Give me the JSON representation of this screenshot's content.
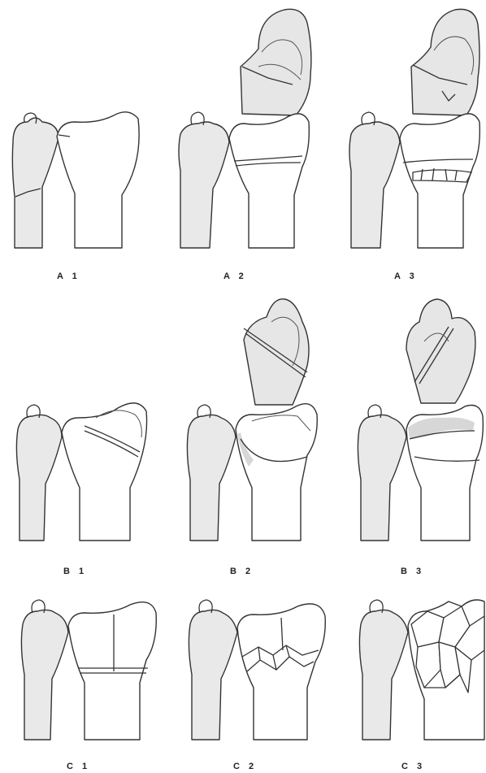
{
  "labels": {
    "A1": "A 1",
    "A2": "A 2",
    "A3": "A 3",
    "B1": "B 1",
    "B2": "B 2",
    "B3": "B 3",
    "C1": "C 1",
    "C2": "C 2",
    "C3": "C 3"
  }
}
